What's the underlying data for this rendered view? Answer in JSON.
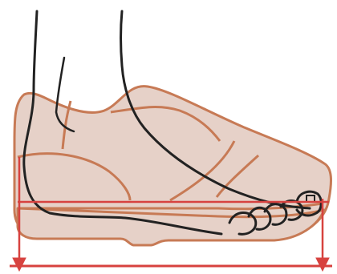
{
  "diagram": {
    "subject": "shoe-with-foot-outline-and-length-measurement",
    "colors": {
      "background": "#ffffff",
      "shoe_fill": "#e6d1c8",
      "shoe_stroke": "#c77a55",
      "foot_stroke": "#222222",
      "measure_red": "#d7423f"
    },
    "icons": [
      "shoe-diagram",
      "foot-outline",
      "length-arrow-left",
      "length-arrow-right"
    ]
  }
}
